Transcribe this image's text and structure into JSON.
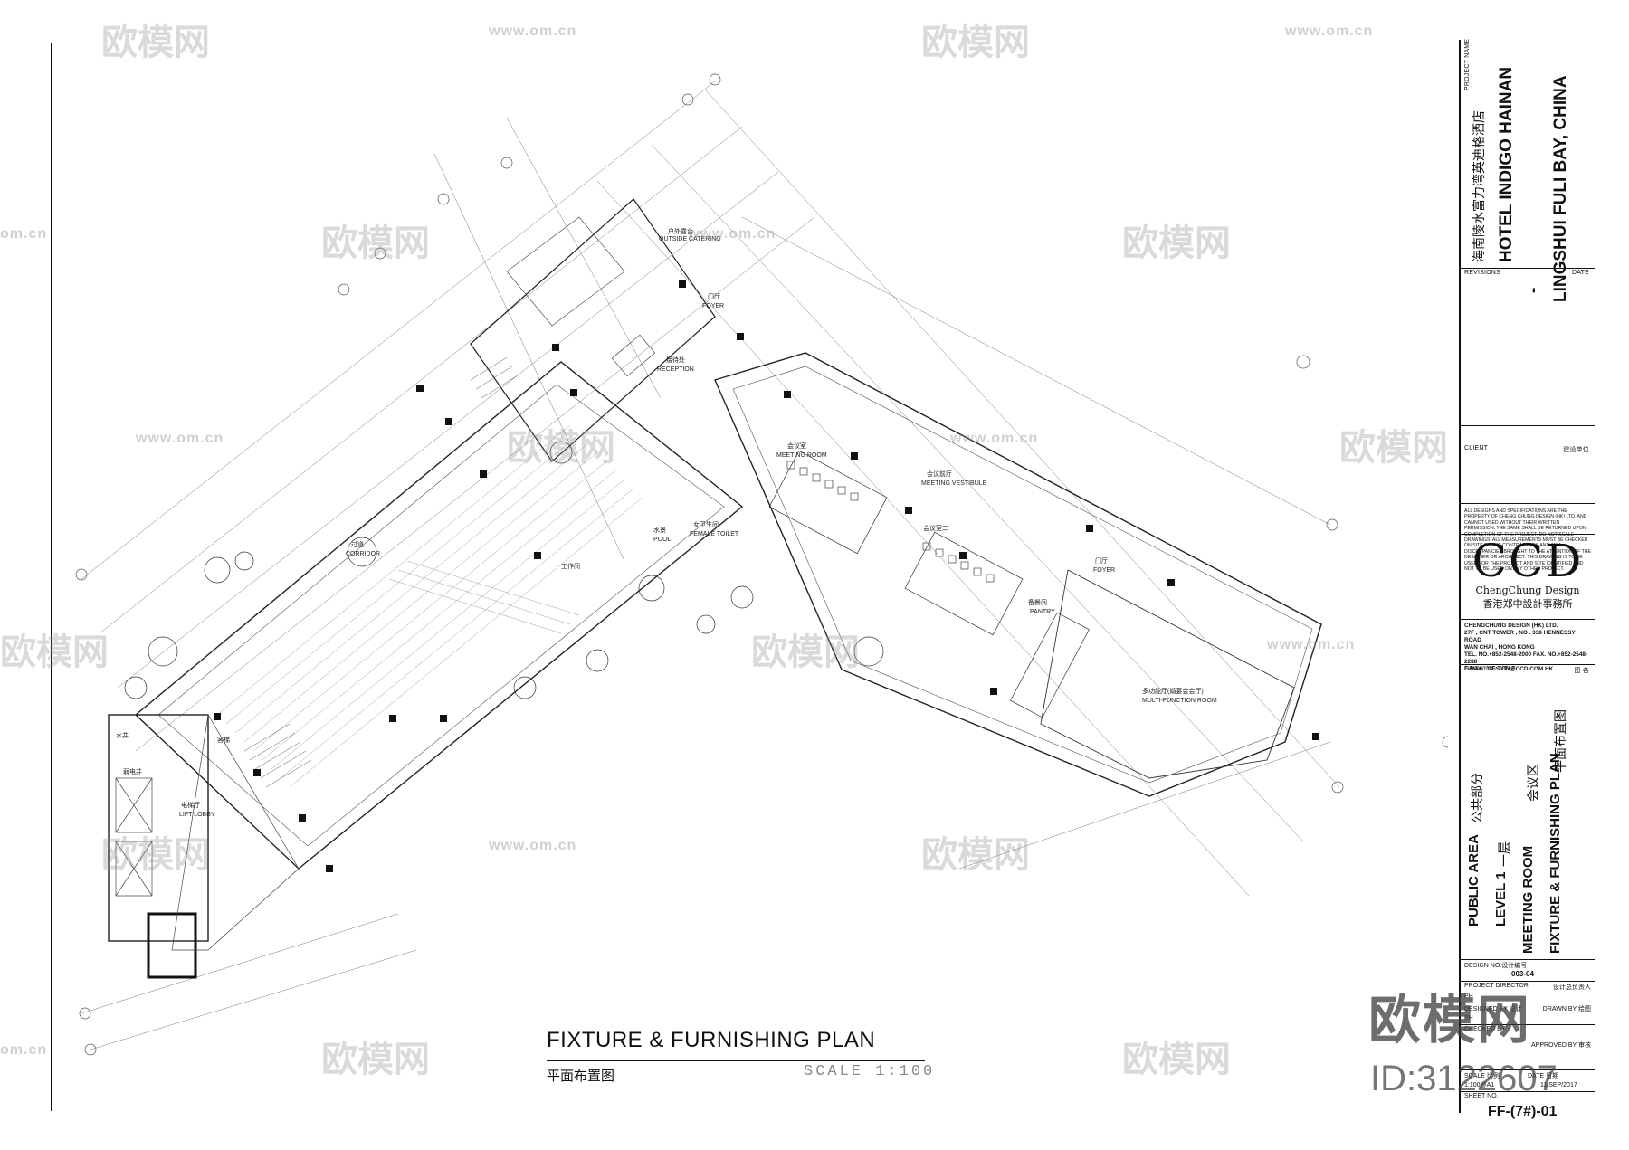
{
  "watermark": {
    "logo_text": "欧模网",
    "url": "www.om.cn",
    "url_short": "om.cn",
    "id": "ID:3122607"
  },
  "plan": {
    "title": "FIXTURE & FURNISHING PLAN",
    "title_cn": "平面布置图",
    "scale": "SCALE 1:100",
    "rooms": [
      "户外露台",
      "OUTSIDE CATERING",
      "门厅",
      "FOYER",
      "接待处",
      "RECEPTION",
      "会议室",
      "MEETING ROOM",
      "会议前厅",
      "MEETING VESTIBULE",
      "会议室二",
      "门厅",
      "FOYER",
      "备餐间",
      "PANTRY",
      "多功能厅(婚宴会会厅)",
      "MULTI-FUNCTION ROOM",
      "过道",
      "CORRIDOR",
      "女卫生间",
      "FEMALE TOILET",
      "水景",
      "POOL",
      "电梯厅",
      "LIFT LOBBY",
      "水井",
      "弱电井",
      "客梯",
      "工作间"
    ]
  },
  "titleblock": {
    "project_name_label": "PROJECT NAME",
    "project_cn": "海南陵水富力湾英迪格酒店",
    "project_en_1": "HOTEL INDIGO HAINAN",
    "project_dash": "-",
    "project_en_2": "LINGSHUI FULI BAY, CHINA",
    "revisions_label": "REVISIONS",
    "date_label": "DATE",
    "client_label": "CLIENT",
    "client_cn": "建设单位",
    "disclaimer": "ALL DESIGNS AND SPECIFICATIONS ARE THE PROPERTY OF CHENG CHUNG DESIGN (HK) LTD. AND CANNOT USED WITHOUT THEIR WRITTEN PERMISSION. THE SAME SHALL BE RETURNED UPON COMPLETION OF THE PROJECT. DO NOT SCALE DRAWINGS. ALL MEASUREMENTS MUST BE CHECKED ON SITE BY THE CONTRACTORS AND ANY DISCREPANCIES BROUGHT TO THE ATTENTION OF THE DESIGNER OR ARCHITECT. THIS DRAWING IS TO BE USED FOR THE PROJECT AND SITE IDENTIFIED AND NOT TO BE USED ON ANY OTHER PROJECT.",
    "logo": "CCD",
    "logo_sub": "ChengChung Design",
    "logo_cn": "香港郑中設計事務所",
    "company": "CHENGCHUNG DESIGN (HK) LTD.",
    "address_1": "27F , CNT TOWER , NO . 338 HENNESSY ROAD",
    "address_2": "WAN CHAI , HONG KONG",
    "tel": "TEL. NO.+852-2548-2000   FAX. NO.+852-2548-2288",
    "email": "E-MAIL: DESIGN@CCD.COM.HK",
    "drawing_title_label": "DRAWING TITLE",
    "drawing_title_cn_label": "图 名",
    "area_en": "PUBLIC AREA",
    "area_cn": "公共部分",
    "level_en": "LEVEL 1",
    "level_cn": "一层",
    "zone_en": "MEETING ROOM",
    "zone_cn": "会议区",
    "sheet_en": "FIXTURE & FURNISHING PLAN",
    "sheet_cn": "平面布置图",
    "design_no_label": "DESIGN NO.设计编号",
    "design_no": "003-04",
    "project_director_label": "PROJECT DIRECTOR",
    "project_director_cn": "设计总负责人",
    "project_director": "PH",
    "designed_by_label": "DESIGNED BY 设计",
    "designed_by": "PH",
    "drawn_by_label": "DRAWN BY 绘图",
    "checked_label": "CHECKED BY",
    "approved_label": "APPROVED BY 审核",
    "scale_label": "SCALE 比例",
    "scale_value": "1:100@A1",
    "date_row_label": "DATE 日期",
    "date_value": "11/SEP/2017",
    "sheet_no_label": "SHEET NO.",
    "sheet_no": "FF-(7#)-01"
  }
}
